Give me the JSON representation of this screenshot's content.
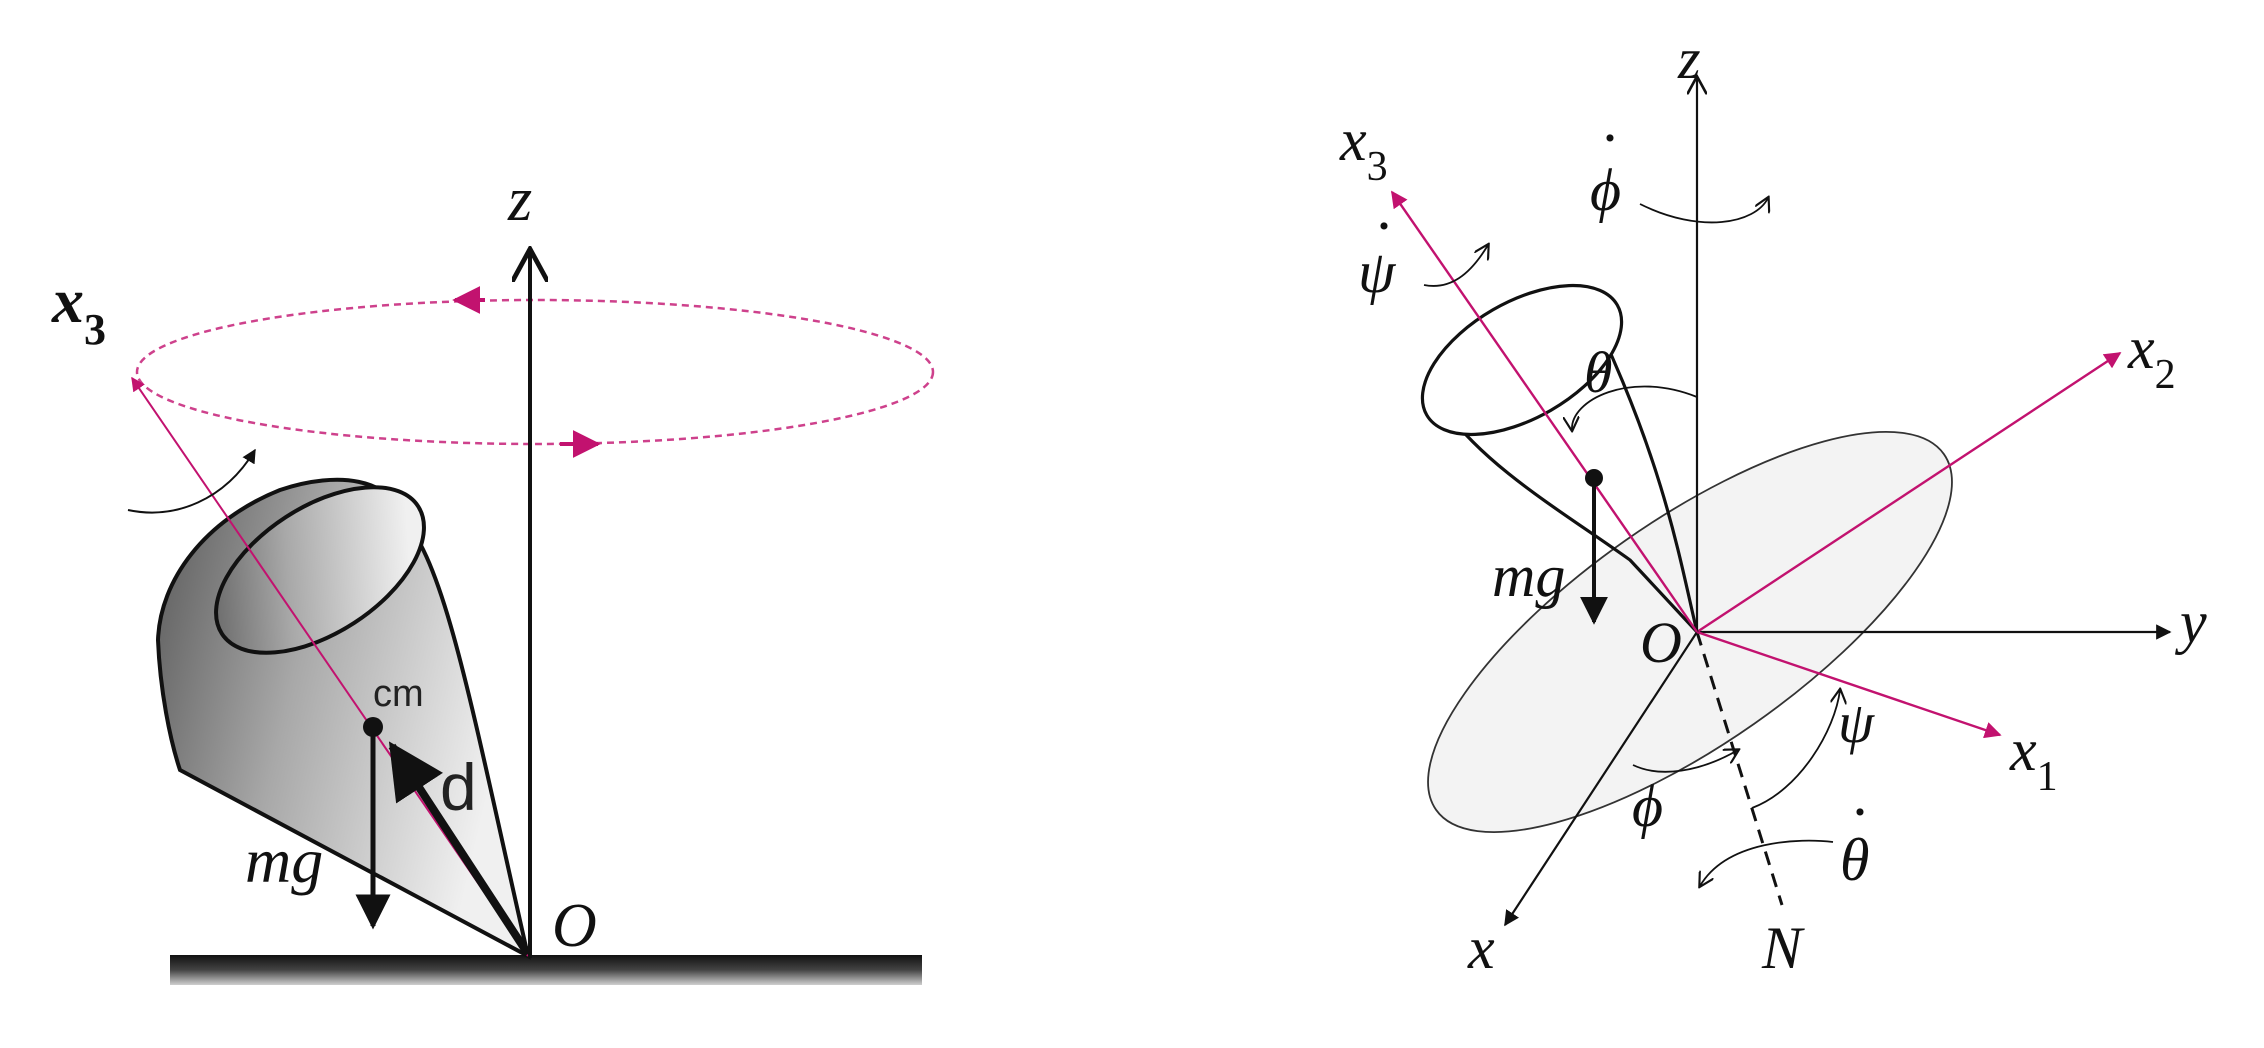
{
  "colors": {
    "axis": "#111111",
    "body_axis": "#c2126f",
    "precession_path": "#c2126f",
    "plane_fill": "#f3f3f3",
    "ground": "#222222"
  },
  "left_figure": {
    "z_label": "z",
    "x3_label": "x",
    "x3_sub": "3",
    "origin_label": "O",
    "cm_label": "cm",
    "d_label": "d",
    "weight_label": "mg"
  },
  "right_figure": {
    "z_label": "z",
    "y_label": "y",
    "x_label": "x",
    "x1_label": "x",
    "x1_sub": "1",
    "x2_label": "x",
    "x2_sub": "2",
    "x3_label": "x",
    "x3_sub": "3",
    "origin_label": "O",
    "node_label": "N",
    "weight_label": "mg",
    "theta_label": "θ",
    "phi_label": "ϕ",
    "psi_label": "ψ",
    "phi_dot_label": "ϕ",
    "psi_dot_label": "ψ",
    "theta_dot_label": "θ",
    "dot": "·"
  }
}
